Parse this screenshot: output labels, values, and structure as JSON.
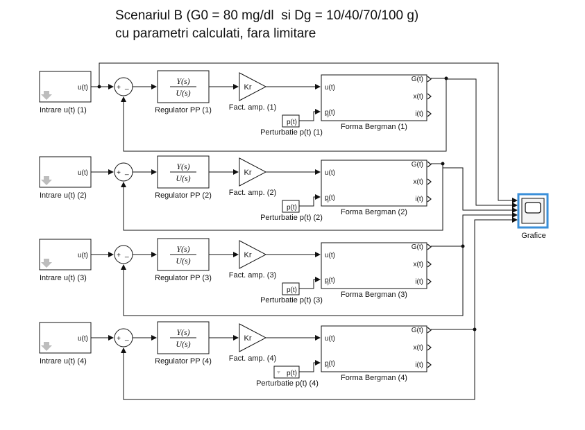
{
  "title": {
    "line1": "Scenariul B (G0 = 80 mg/dl  si Dg = 10/40/70/100 g)",
    "line2": "cu parametri calculati, fara limitare"
  },
  "scope": {
    "label": "Grafice",
    "accent": "#3a8fd9"
  },
  "controller_tf": {
    "numerator": "Y(s)",
    "denominator": "U(s)"
  },
  "gain_symbol": "Kr",
  "ports": {
    "input_out": "u(t)",
    "bergman_in": "u(t)",
    "bergman_pert": "p(t)",
    "bergman_outputs": [
      "G(t)",
      "x(t)",
      "i(t)"
    ],
    "perturbation_out": "p(t)"
  },
  "sum_signs": {
    "plus": "+",
    "minus": "_"
  },
  "rows": [
    {
      "input_label": "Intrare u(t) (1)",
      "regulator_label": "Regulator PP (1)",
      "gain_label": "Fact. amp. (1)",
      "perturbation_label": "Perturbatie p(t) (1)",
      "bergman_label": "Forma Bergman (1)"
    },
    {
      "input_label": "Intrare u(t) (2)",
      "regulator_label": "Regulator PP (2)",
      "gain_label": "Fact. amp. (2)",
      "perturbation_label": "Perturbatie p(t) (2)",
      "bergman_label": "Forma Bergman (2)"
    },
    {
      "input_label": "Intrare u(t) (3)",
      "regulator_label": "Regulator PP (3)",
      "gain_label": "Fact. amp. (3)",
      "perturbation_label": "Perturbatie p(t) (3)",
      "bergman_label": "Forma Bergman (3)"
    },
    {
      "input_label": "Intrare u(t) (4)",
      "regulator_label": "Regulator PP (4)",
      "gain_label": "Fact. amp. (4)",
      "perturbation_label": "Perturbatie p(t) (4)",
      "bergman_label": "Forma Bergman (4)"
    }
  ]
}
